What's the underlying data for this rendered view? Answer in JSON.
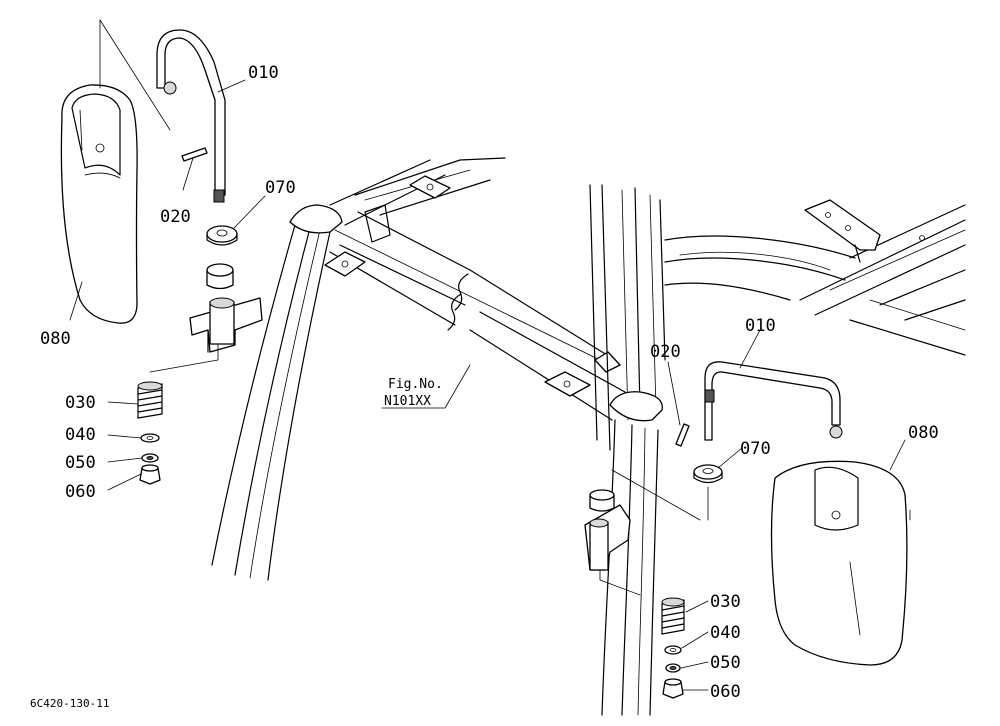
{
  "labels": {
    "l010": "010",
    "l020": "020",
    "l030": "030",
    "l040": "040",
    "l050": "050",
    "l060": "060",
    "l070": "070",
    "l080": "080"
  },
  "figure_ref": {
    "line1": "Fig.No.",
    "line2": "N101XX"
  },
  "drawing_code": "6C420-130-11"
}
